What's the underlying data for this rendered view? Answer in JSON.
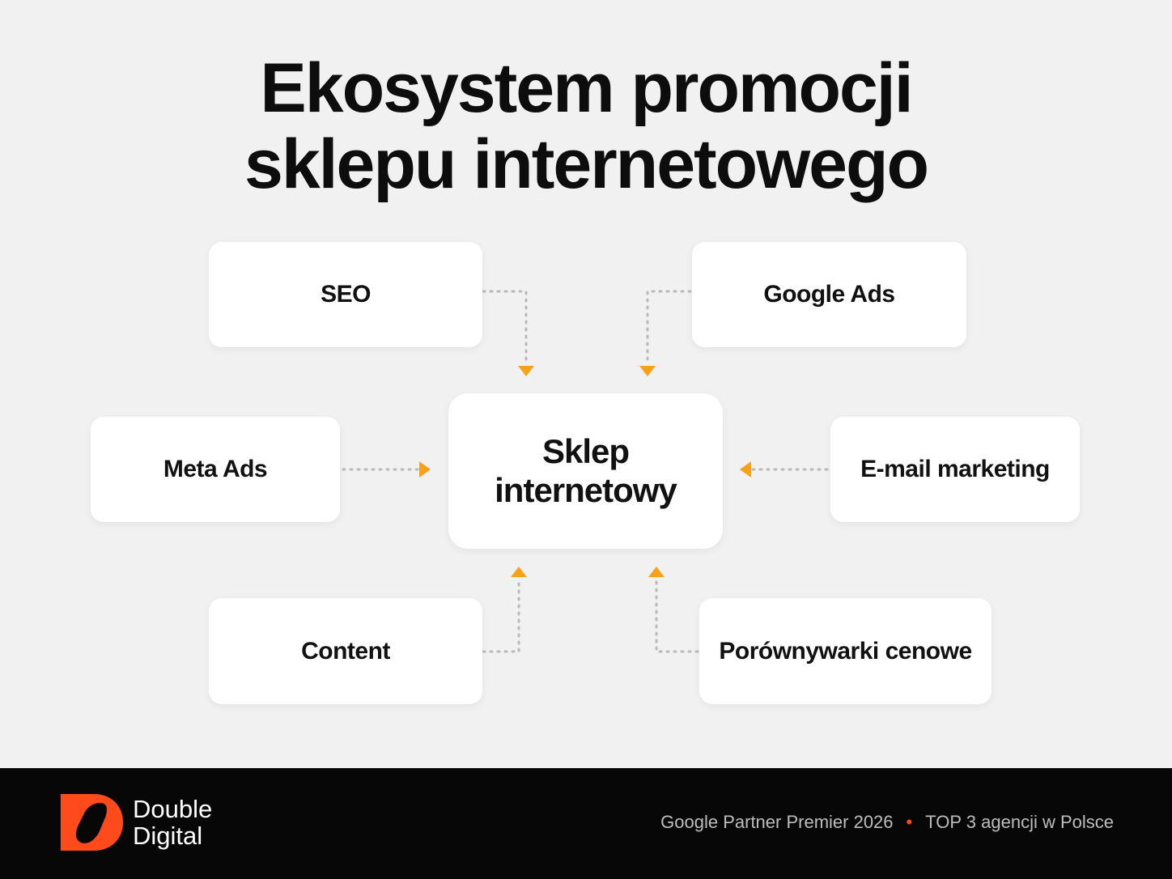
{
  "title": {
    "line1": "Ekosystem promocji",
    "line2": "sklepu internetowego"
  },
  "diagram": {
    "center": {
      "line1": "Sklep",
      "line2": "internetowy"
    },
    "nodes": {
      "seo": "SEO",
      "google_ads": "Google Ads",
      "meta_ads": "Meta Ads",
      "email_marketing": "E-mail marketing",
      "content": "Content",
      "price_comparison": "Porównywarki cenowe"
    },
    "colors": {
      "connector": "#b9b9b9",
      "arrow": "#f5a21b"
    }
  },
  "footer": {
    "logo_line1": "Double",
    "logo_line2": "Digital",
    "badge1": "Google Partner Premier 2026",
    "separator": "•",
    "badge2": "TOP 3 agencji w Polsce",
    "brand_color": "#ff4a1c"
  }
}
